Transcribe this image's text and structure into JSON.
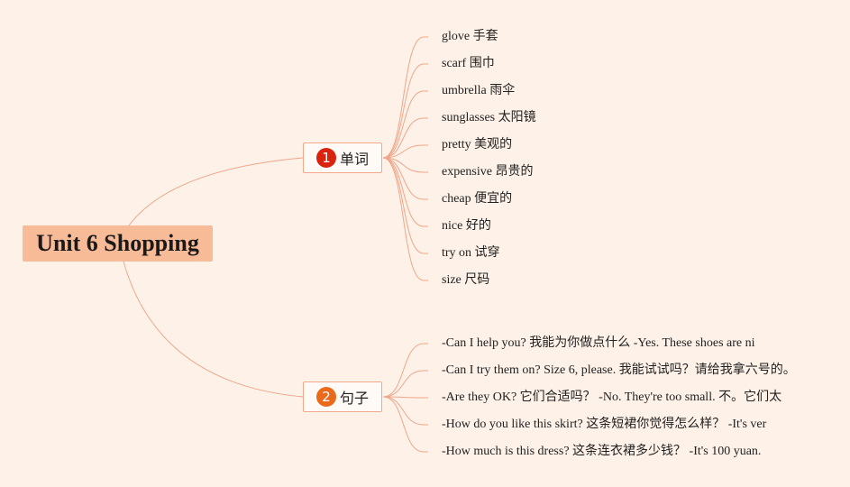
{
  "root": {
    "title": "Unit 6 Shopping"
  },
  "colors": {
    "background": "#fdf1e8",
    "root_fill": "#f8bb98",
    "connector": "#f0a68a",
    "badge_1": "#d9230f",
    "badge_2": "#ea6a1c"
  },
  "branches": [
    {
      "badge": "1",
      "label": "单词",
      "items": [
        "glove 手套",
        "scarf 围巾",
        "umbrella 雨伞",
        "sunglasses 太阳镜",
        "pretty 美观的",
        "expensive 昂贵的",
        "cheap 便宜的",
        "nice 好的",
        "try on 试穿",
        "size 尺码"
      ]
    },
    {
      "badge": "2",
      "label": "句子",
      "items": [
        "-Can I help you? 我能为你做点什么 -Yes. These shoes are ni",
        "-Can I try them on? Size 6, please. 我能试试吗？请给我拿六号的。",
        "-Are they OK? 它们合适吗？ -No. They're too small. 不。它们太",
        "-How do you like this skirt? 这条短裙你觉得怎么样？ -It's ver",
        "-How much is this dress? 这条连衣裙多少钱？ -It's 100 yuan."
      ]
    }
  ]
}
